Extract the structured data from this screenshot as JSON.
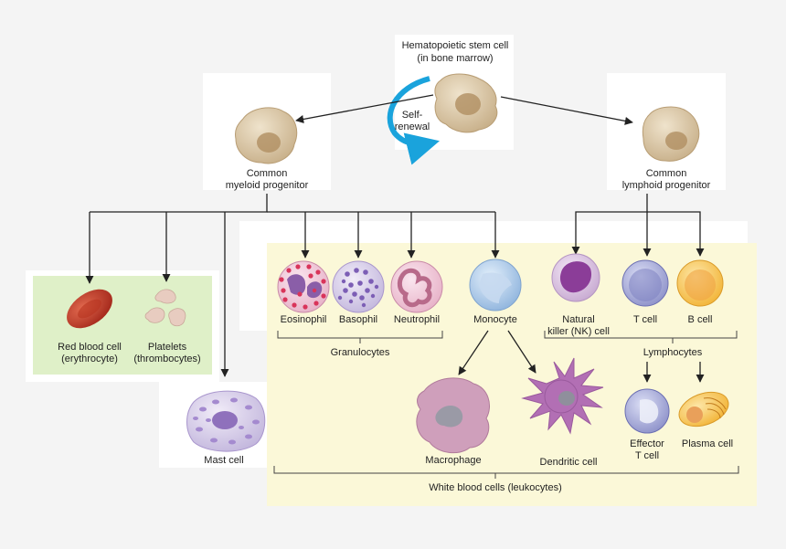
{
  "stem_cell": {
    "title": "Hematopoietic stem cell",
    "location": "(in bone marrow)",
    "self_renewal": "Self-\nrenewal"
  },
  "progenitors": {
    "myeloid": "Common\nmyeloid progenitor",
    "lymphoid": "Common\nlymphoid progenitor"
  },
  "cells": {
    "red_blood_cell": "Red blood cell\n(erythrocyte)",
    "platelets": "Platelets\n(thrombocytes)",
    "mast_cell": "Mast cell",
    "eosinophil": "Eosinophil",
    "basophil": "Basophil",
    "neutrophil": "Neutrophil",
    "monocyte": "Monocyte",
    "nk_cell": "Natural\nkiller (NK) cell",
    "t_cell": "T cell",
    "b_cell": "B cell",
    "macrophage": "Macrophage",
    "dendritic_cell": "Dendritic cell",
    "effector_t_cell": "Effector\nT cell",
    "plasma_cell": "Plasma cell"
  },
  "groups": {
    "granulocytes": "Granulocytes",
    "lymphocytes": "Lymphocytes",
    "white_blood_cells": "White blood cells (leukocytes)"
  },
  "colors": {
    "arrow": "#222222",
    "self_renewal_arrow": "#1aa3dc",
    "rbc_panel": "#dff0c8",
    "wbc_panel": "#fbf8d8",
    "progenitor_cell": "#d9c7a8"
  }
}
